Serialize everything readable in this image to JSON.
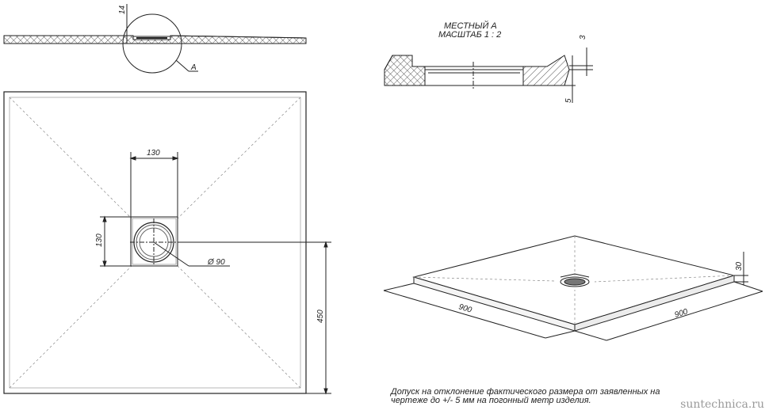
{
  "detail": {
    "callout": "A",
    "title_line1": "МЕСТНЫЙ А",
    "title_line2": "МАСШТАБ 1 : 2",
    "dim_top": "3",
    "dim_bottom": "5"
  },
  "section": {
    "thickness": "14"
  },
  "plan": {
    "drain_width": "130",
    "drain_height": "130",
    "drain_diameter": "Ø 90",
    "offset": "450"
  },
  "iso": {
    "length": "900",
    "width": "900",
    "height": "30"
  },
  "note": {
    "line1": "Допуск на отклонение фактического размера от заявленных на",
    "line2": "чертеже до +/- 5 мм на погонный метр изделия."
  },
  "watermark": "suntechnica.ru"
}
